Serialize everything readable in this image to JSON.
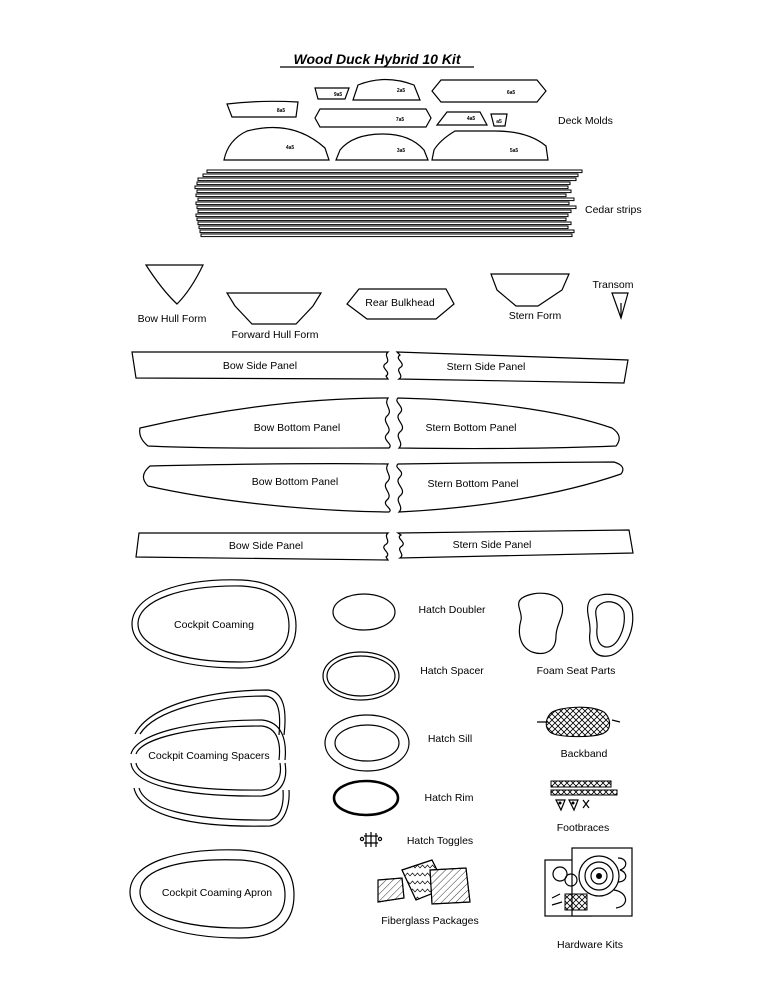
{
  "title": "Wood Duck Hybrid 10 Kit",
  "deck_molds": {
    "label": "Deck Molds",
    "pieces": [
      "9a5",
      "2a5",
      "6a5",
      "8a5",
      "7a5",
      "4a5",
      "a5",
      "4a5",
      "3a5",
      "5a5"
    ]
  },
  "cedar_strips": {
    "label": "Cedar strips"
  },
  "forms": {
    "bow_hull": "Bow Hull Form",
    "forward_hull": "Forward Hull Form",
    "rear_bulkhead": "Rear Bulkhead",
    "stern": "Stern Form",
    "transom": "Transom"
  },
  "panels": {
    "bow_side_1": "Bow Side Panel",
    "stern_side_1": "Stern Side Panel",
    "bow_bottom_1": "Bow Bottom Panel",
    "stern_bottom_1": "Stern Bottom Panel",
    "bow_bottom_2": "Bow Bottom Panel",
    "stern_bottom_2": "Stern Bottom Panel",
    "bow_side_2": "Bow Side Panel",
    "stern_side_2": "Stern Side Panel"
  },
  "cockpit": {
    "coaming": "Cockpit Coaming",
    "spacers": "Cockpit Coaming Spacers",
    "apron": "Cockpit Coaming Apron"
  },
  "hatch": {
    "doubler": "Hatch Doubler",
    "spacer": "Hatch Spacer",
    "sill": "Hatch Sill",
    "rim": "Hatch Rim",
    "toggles": "Hatch Toggles"
  },
  "fiberglass": "Fiberglass Packages",
  "accessories": {
    "foam_seat": "Foam Seat Parts",
    "backband": "Backband",
    "footbraces": "Footbraces",
    "hardware": "Hardware Kits"
  }
}
